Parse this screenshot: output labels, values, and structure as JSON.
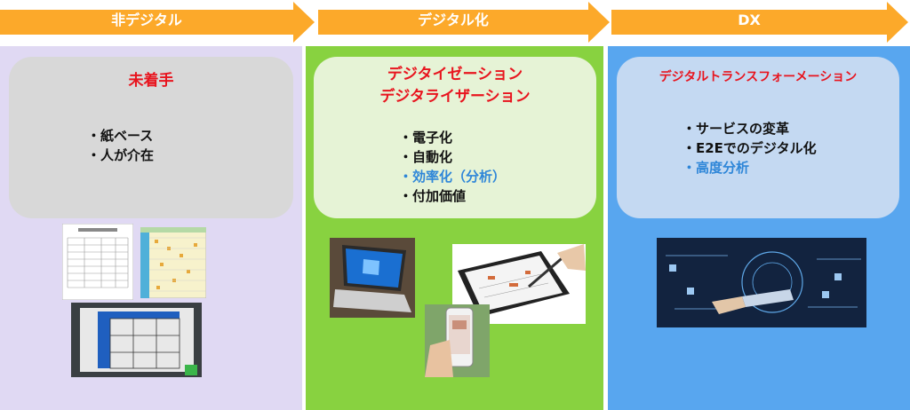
{
  "arrows": [
    {
      "label": "非デジタル"
    },
    {
      "label": "デジタル化"
    },
    {
      "label": "DX"
    }
  ],
  "colors": {
    "arrow": "#fca92a",
    "panel_nondigital": "#e0d9f3",
    "panel_digitalization": "#88d240",
    "panel_dx": "#58a6ef",
    "title_red": "#e8141e",
    "highlight_blue": "#2e86d8"
  },
  "panels": [
    {
      "title_lines": [
        "未着手"
      ],
      "bullets": [
        {
          "text": "・紙ベース",
          "highlight": false
        },
        {
          "text": "・人が介在",
          "highlight": false
        }
      ]
    },
    {
      "title_lines": [
        "デジタイゼーション",
        "デジタライザーション"
      ],
      "bullets": [
        {
          "text": "・電子化",
          "highlight": false
        },
        {
          "text": "・自動化",
          "highlight": false
        },
        {
          "text": "・効率化（分析）",
          "highlight": true
        },
        {
          "text": "・付加価値",
          "highlight": false
        }
      ]
    },
    {
      "title_lines": [
        "デジタルトランスフォーメーション"
      ],
      "bullets": [
        {
          "text": "・サービスの変革",
          "highlight": false
        },
        {
          "text": "・E2Eでのデジタル化",
          "highlight": false
        },
        {
          "text": "・高度分析",
          "highlight": true
        }
      ]
    }
  ],
  "images": [
    {
      "name": "paper-form-image"
    },
    {
      "name": "spreadsheet-printout-image"
    },
    {
      "name": "whiteboard-schedule-image"
    },
    {
      "name": "laptop-image"
    },
    {
      "name": "tablet-stylus-image"
    },
    {
      "name": "smartphone-image"
    },
    {
      "name": "digital-transformation-image"
    }
  ]
}
